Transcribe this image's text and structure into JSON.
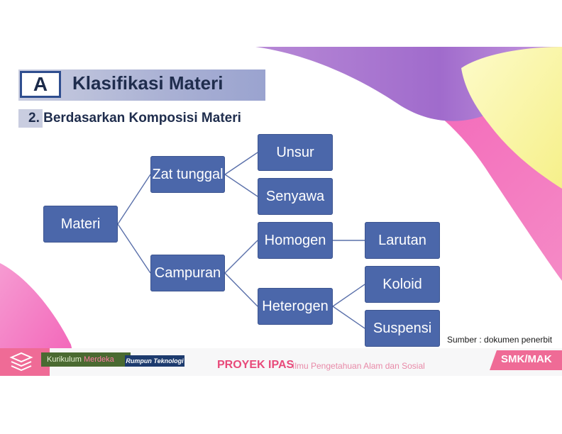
{
  "title": {
    "badge": "A",
    "text": "Klasifikasi Materi"
  },
  "subtitle": "2. Berdasarkan Komposisi Materi",
  "diagram": {
    "root": "Materi",
    "level1": [
      "Zat tunggal",
      "Campuran"
    ],
    "zat_tunggal_children": [
      "Unsur",
      "Senyawa"
    ],
    "campuran_children": [
      "Homogen",
      "Heterogen"
    ],
    "homogen_children": [
      "Larutan"
    ],
    "heterogen_children": [
      "Koloid",
      "Suspensi"
    ]
  },
  "source": "Sumber : dokumen penerbit",
  "footer": {
    "kurikulum": "Kurikulum",
    "merdeka": "Merdeka",
    "rumpun": "Rumpun Teknologi",
    "proyek": "PROYEK IPAS",
    "proyek_sub": "Ilmu Pengetahuan Alam dan Sosial",
    "smk": "SMK/MAK"
  },
  "colors": {
    "node": "#4b67aa",
    "line": "#5a70aa",
    "magenta": "#f25cb5",
    "violet": "#9f63c8",
    "yellow": "#fbf7a6",
    "footer_pink": "#ef6b96"
  }
}
